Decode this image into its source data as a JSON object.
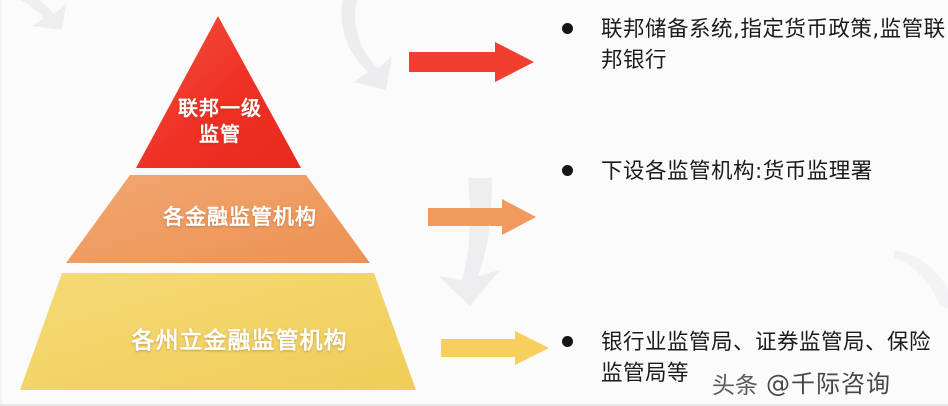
{
  "background": {
    "color": "#fbfbfc"
  },
  "pyramid": {
    "name": "three-tier-regulation-pyramid",
    "tiers": [
      {
        "id": "top",
        "label": "联邦一级\n监管",
        "color": "#ee3124",
        "color_light": "#f4513f",
        "shape": "triangle"
      },
      {
        "id": "middle",
        "label": "各金融监管机构",
        "color": "#ef9a5f",
        "color_light": "#f0a770",
        "shape": "trapezoid"
      },
      {
        "id": "bottom",
        "label": "各州立金融监管机构",
        "color": "#f2d264",
        "color_light": "#f5da77",
        "shape": "trapezoid"
      }
    ]
  },
  "arrows": [
    {
      "id": "red",
      "color": "#f03e2f",
      "target_tier": "top"
    },
    {
      "id": "orange",
      "color": "#f09a5e",
      "target_tier": "middle"
    },
    {
      "id": "yellow",
      "color": "#f7cf5d",
      "target_tier": "bottom"
    }
  ],
  "bullets": [
    {
      "id": "federal-level",
      "text": "联邦储备系统,指定货币政策,监管联邦银行",
      "dot_color": "#161616"
    },
    {
      "id": "agencies-level",
      "text": "下设各监管机构:货币监理署",
      "dot_color": "#161616"
    },
    {
      "id": "state-level",
      "text": "银行业监管局、证券监管局、保险监管局等",
      "dot_color": "#161616"
    }
  ],
  "watermark": {
    "platform": "头条",
    "handle": "@千际咨询"
  }
}
